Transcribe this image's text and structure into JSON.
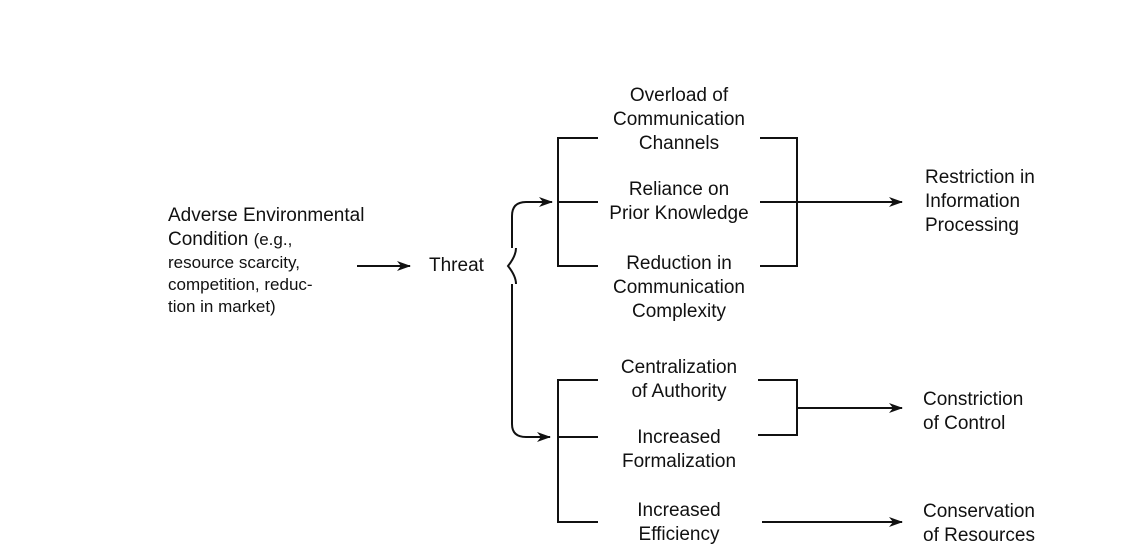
{
  "source": {
    "lines": [
      "Adverse Environmental",
      "Condition",
      "(e.g.,",
      "resource scarcity,",
      "competition, reduc-",
      "tion in market)"
    ]
  },
  "threat": "Threat",
  "info_group": {
    "items": [
      {
        "lines": [
          "Overload of",
          "Communication",
          "Channels"
        ]
      },
      {
        "lines": [
          "Reliance on",
          "Prior Knowledge"
        ]
      },
      {
        "lines": [
          "Reduction in",
          "Communication",
          "Complexity"
        ]
      }
    ],
    "outcome": [
      "Restriction in",
      "Information",
      "Processing"
    ]
  },
  "control_group": {
    "items": [
      {
        "lines": [
          "Centralization",
          "of Authority"
        ]
      },
      {
        "lines": [
          "Increased",
          "Formalization"
        ]
      }
    ],
    "outcome": [
      "Constriction",
      "of Control"
    ]
  },
  "resources_group": {
    "items": [
      {
        "lines": [
          "Increased",
          "Efficiency"
        ]
      }
    ],
    "outcome": [
      "Conservation",
      "of Resources"
    ]
  }
}
